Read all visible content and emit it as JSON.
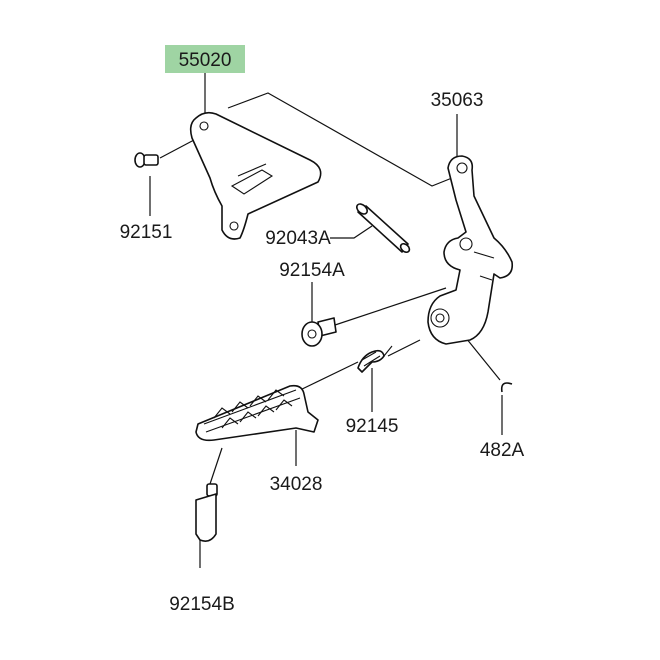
{
  "diagram": {
    "highlight_color": "#9fd4a3",
    "parts": [
      {
        "id": "p55020",
        "number": "55020",
        "highlighted": true,
        "shape": "bracket-plate"
      },
      {
        "id": "p92151",
        "number": "92151",
        "highlighted": false,
        "shape": "bolt-small"
      },
      {
        "id": "p35063",
        "number": "35063",
        "highlighted": false,
        "shape": "footrest-holder"
      },
      {
        "id": "p92043A",
        "number": "92043A",
        "highlighted": false,
        "shape": "pin"
      },
      {
        "id": "p92154A",
        "number": "92154A",
        "highlighted": false,
        "shape": "bolt"
      },
      {
        "id": "p92145",
        "number": "92145",
        "highlighted": false,
        "shape": "spring"
      },
      {
        "id": "p482A",
        "number": "482A",
        "highlighted": false,
        "shape": "circlip"
      },
      {
        "id": "p34028",
        "number": "34028",
        "highlighted": false,
        "shape": "footpeg"
      },
      {
        "id": "p92154B",
        "number": "92154B",
        "highlighted": false,
        "shape": "bolt-long"
      }
    ]
  }
}
